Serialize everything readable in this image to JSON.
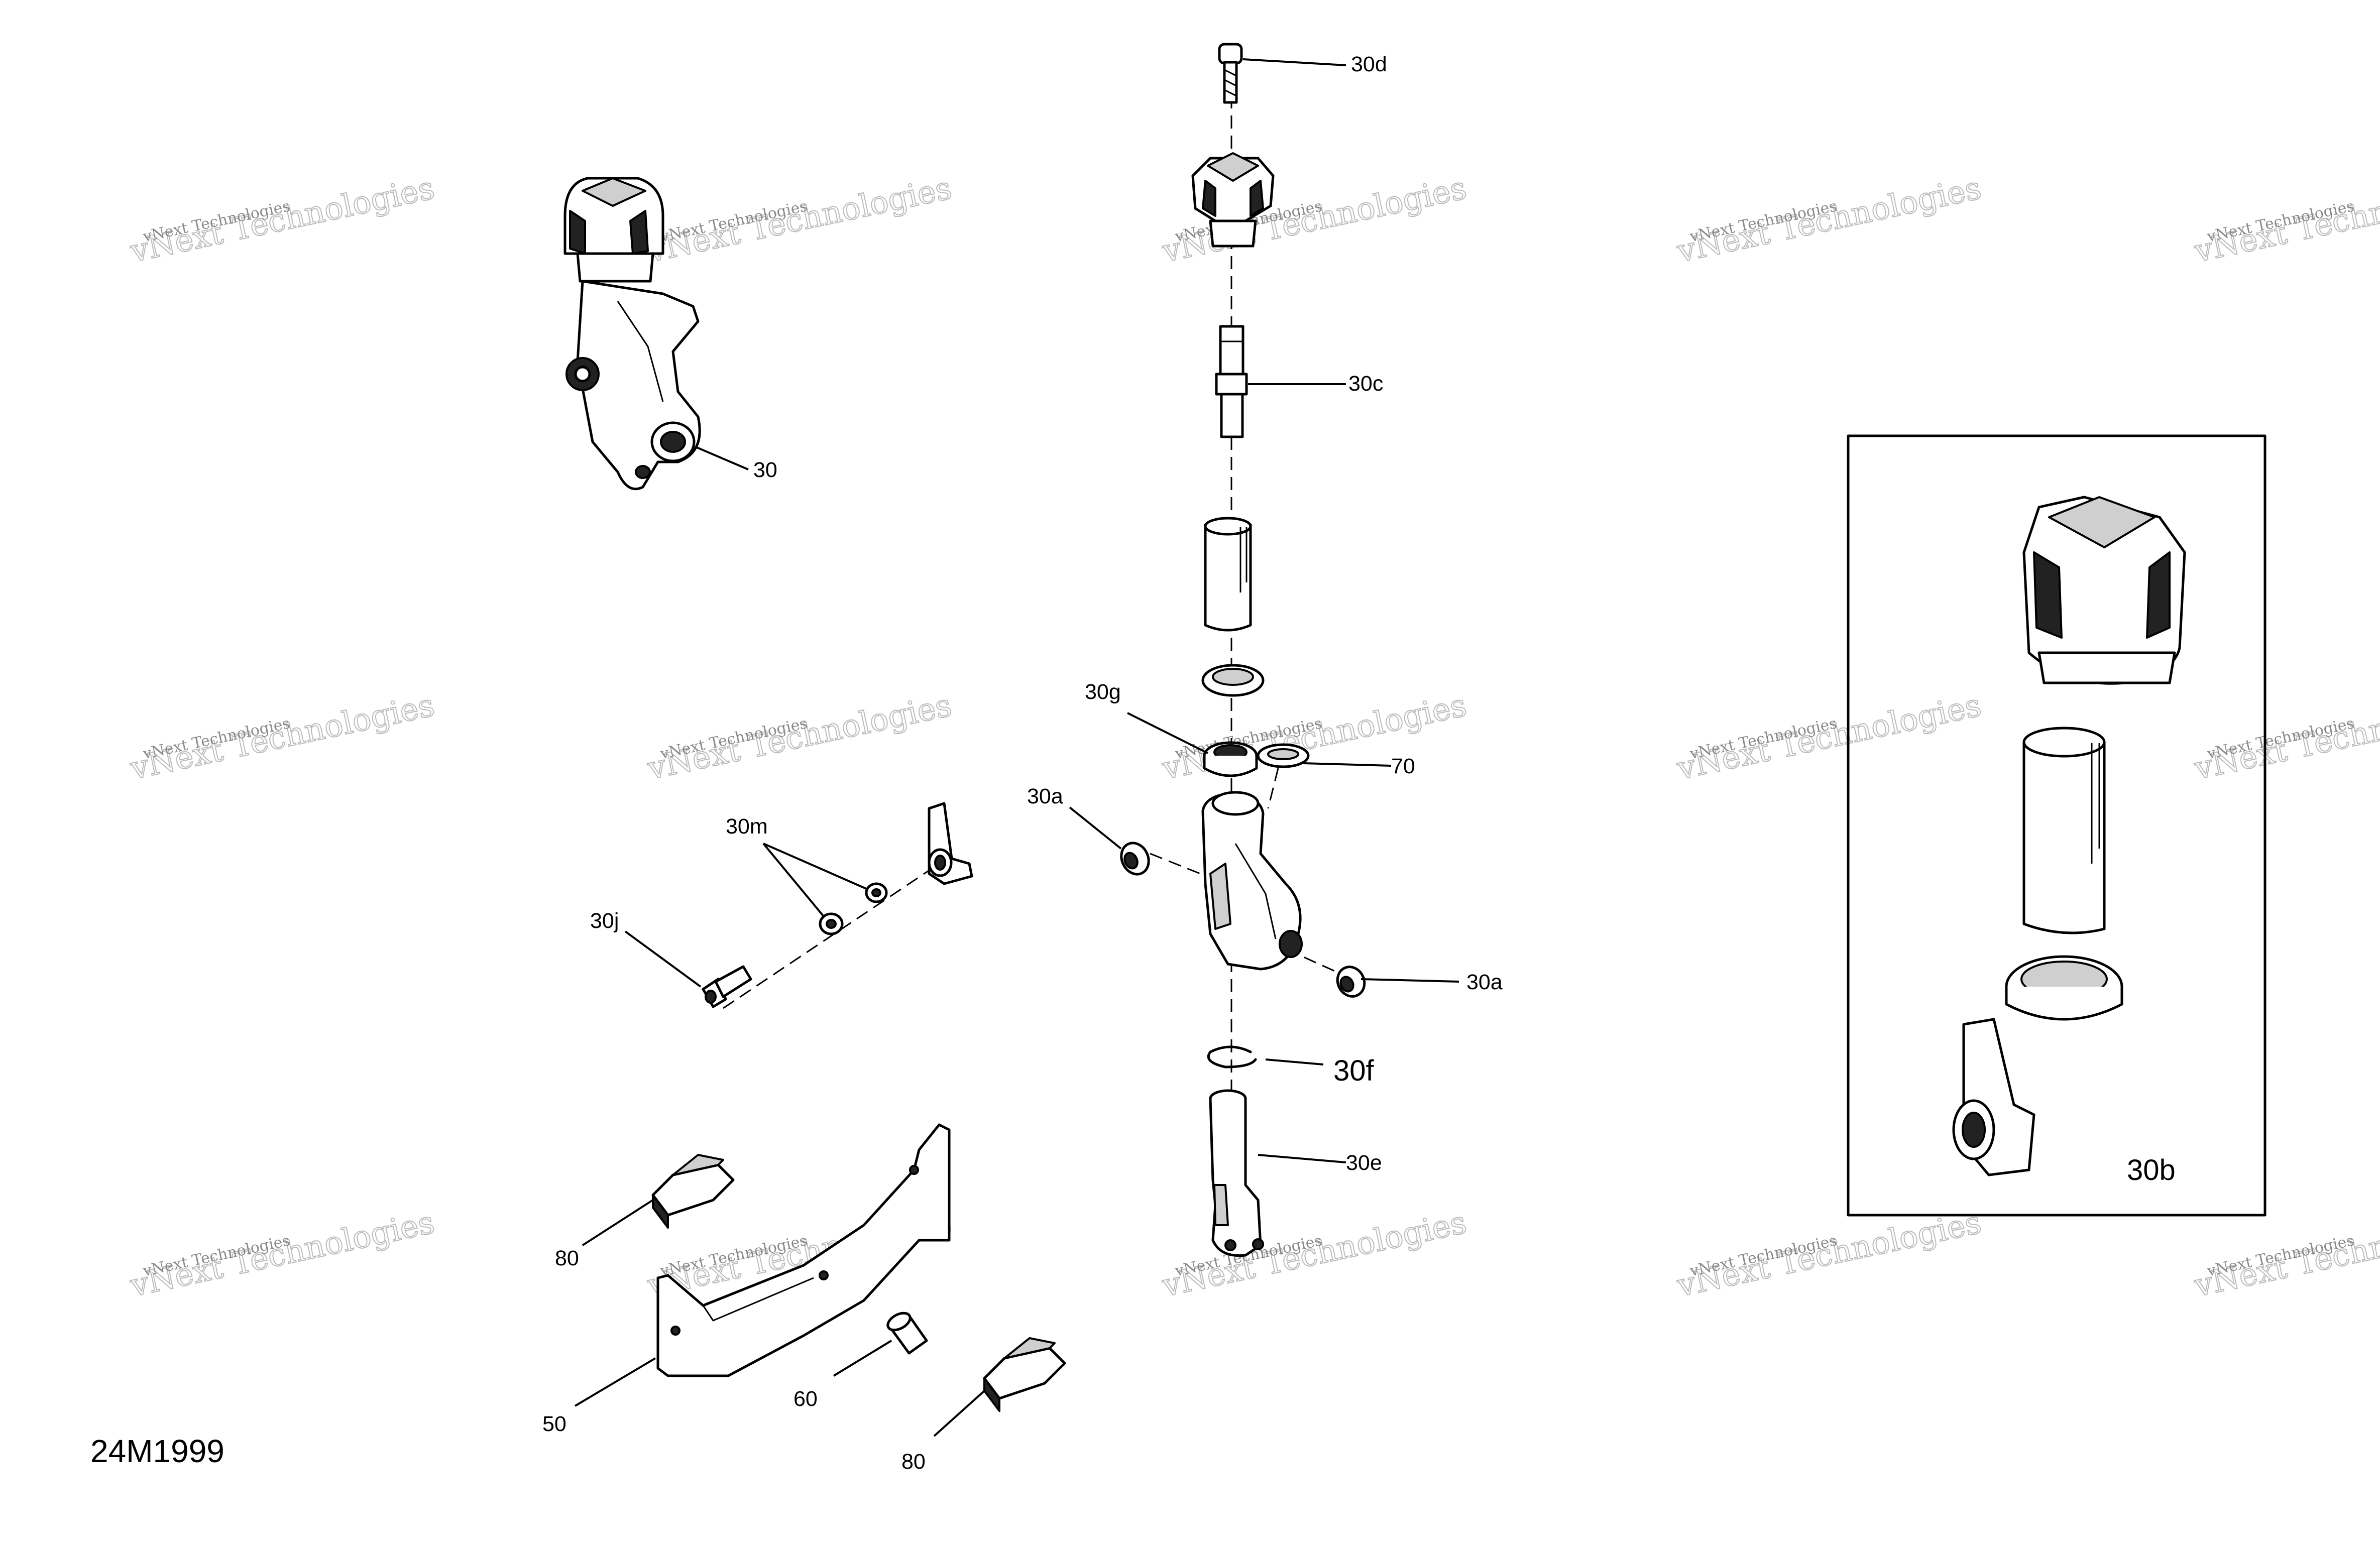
{
  "diagram_code": "24M1999",
  "callouts": [
    {
      "id": "c-30d",
      "text": "30d"
    },
    {
      "id": "c-30c",
      "text": "30c"
    },
    {
      "id": "c-30",
      "text": "30"
    },
    {
      "id": "c-30g",
      "text": "30g"
    },
    {
      "id": "c-70",
      "text": "70"
    },
    {
      "id": "c-30a-left",
      "text": "30a"
    },
    {
      "id": "c-30a-right",
      "text": "30a"
    },
    {
      "id": "c-30m",
      "text": "30m"
    },
    {
      "id": "c-30j",
      "text": "30j"
    },
    {
      "id": "c-30f",
      "text": "30f"
    },
    {
      "id": "c-30e",
      "text": "30e"
    },
    {
      "id": "c-30b",
      "text": "30b"
    },
    {
      "id": "c-80-top",
      "text": "80"
    },
    {
      "id": "c-80-bottom",
      "text": "80"
    },
    {
      "id": "c-50",
      "text": "50"
    },
    {
      "id": "c-60",
      "text": "60"
    }
  ],
  "watermark": {
    "line1": "vNext Technologies",
    "line2": "vNext Technologies"
  }
}
